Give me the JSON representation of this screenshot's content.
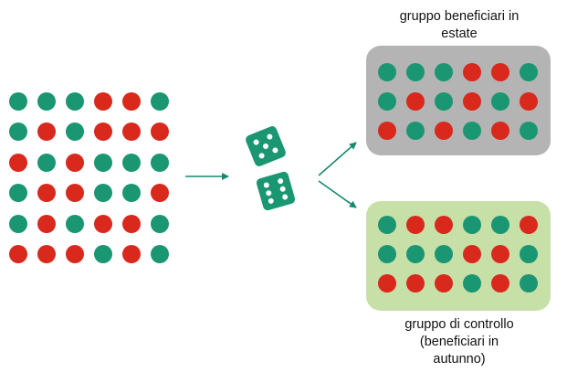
{
  "colors": {
    "green": "#1a9673",
    "red": "#d9281c",
    "arrow": "#168a6e",
    "dice": "#1a9673",
    "panel_summer": "#b4b4b4",
    "panel_autumn": "#c7e0a8"
  },
  "population": {
    "rows": [
      [
        "g",
        "g",
        "g",
        "r",
        "r",
        "g"
      ],
      [
        "g",
        "r",
        "g",
        "r",
        "r",
        "r"
      ],
      [
        "r",
        "g",
        "r",
        "g",
        "g",
        "g"
      ],
      [
        "g",
        "r",
        "r",
        "g",
        "g",
        "r"
      ],
      [
        "g",
        "r",
        "g",
        "r",
        "r",
        "g"
      ],
      [
        "r",
        "r",
        "r",
        "g",
        "r",
        "g"
      ]
    ]
  },
  "randomizer": {
    "icon": "dice-icon"
  },
  "treatment_group": {
    "label_line1": "gruppo beneficiari in",
    "label_line2": "estate",
    "rows": [
      [
        "g",
        "g",
        "g",
        "r",
        "r",
        "g"
      ],
      [
        "g",
        "r",
        "g",
        "r",
        "g",
        "r"
      ],
      [
        "r",
        "g",
        "r",
        "g",
        "r",
        "g"
      ]
    ]
  },
  "control_group": {
    "label_line1": "gruppo di controllo",
    "label_line2": "(beneficiari in",
    "label_line3": "autunno)",
    "rows": [
      [
        "g",
        "r",
        "r",
        "g",
        "g",
        "r"
      ],
      [
        "g",
        "g",
        "g",
        "r",
        "r",
        "g"
      ],
      [
        "r",
        "r",
        "r",
        "g",
        "r",
        "g"
      ]
    ]
  }
}
